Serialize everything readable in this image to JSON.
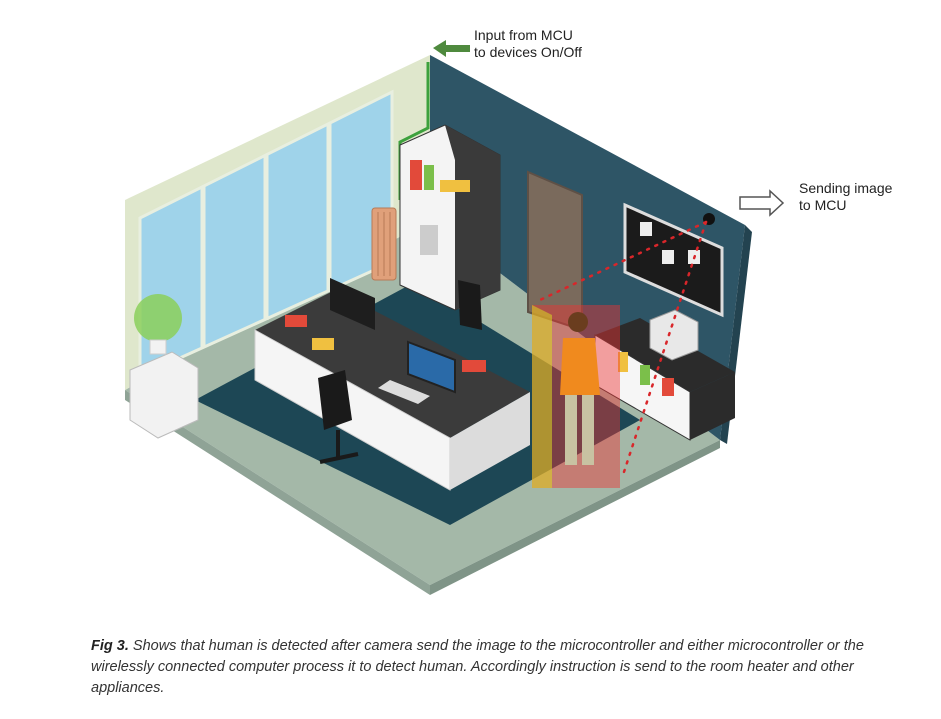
{
  "labels": {
    "input_line1": "Input from MCU",
    "input_line2": "to devices On/Off",
    "send_line1": "Sending image",
    "send_line2": "to MCU"
  },
  "caption": {
    "prefix": "Fig 3.",
    "text": " Shows that human is detected after camera send the image to the microcontroller and either microcontroller or the wirelessly connected computer process it to detect human. Accordingly instruction is send to the room heater and other appliances."
  },
  "colors": {
    "wall_right": "#2e5566",
    "wall_left": "#dfe7cc",
    "floor": "#a4b8a8",
    "rug": "#1d4755",
    "window": "#9fd3ea",
    "signal_arrow": "#4f8a3e",
    "wire": "#3da13d",
    "camera_ray": "#d9262a",
    "detection_box": "#ee3333",
    "person": "#f08a1e"
  }
}
